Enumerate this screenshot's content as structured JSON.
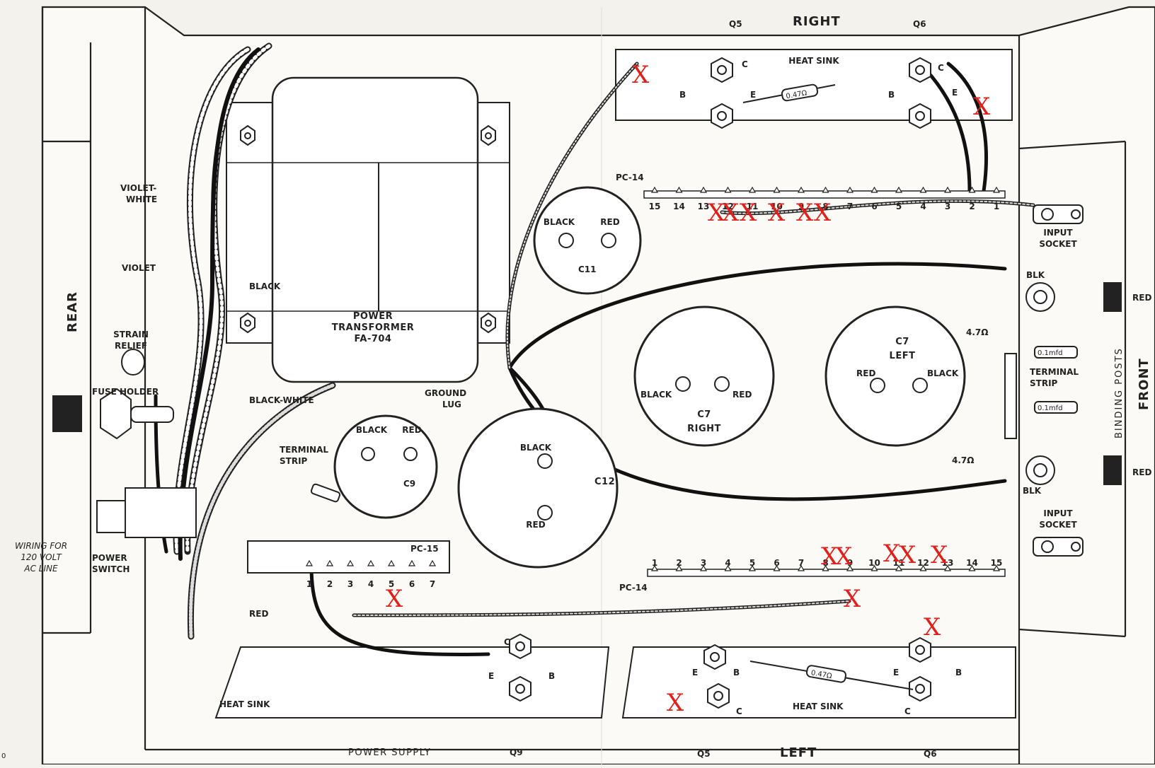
{
  "labels": {
    "right": "RIGHT",
    "left": "LEFT",
    "rear": "REAR",
    "front": "FRONT",
    "q5_top": "Q5",
    "q6_top": "Q6",
    "q5_bottom": "Q5",
    "q6_bottom": "Q6",
    "q9": "Q9",
    "power_supply": "POWER SUPPLY",
    "heat_sink_top": "HEAT SINK",
    "heat_sink_left": "HEAT SINK",
    "heat_sink_right": "HEAT SINK",
    "binding_posts": "BINDING POSTS",
    "red_top": "RED",
    "red_bottom": "RED",
    "transformer_line1": "POWER",
    "transformer_line2": "TRANSFORMER",
    "transformer_line3": "FA-704",
    "violet_white_1": "VIOLET-",
    "violet_white_2": "WHITE",
    "violet": "VIOLET",
    "black_wire": "BLACK",
    "black_white": "BLACK-WHITE",
    "strain_relief_1": "STRAIN",
    "strain_relief_2": "RELIEF",
    "fuse_holder": "FUSE HOLDER",
    "power_switch_1": "POWER",
    "power_switch_2": "SWITCH",
    "wiring_note_1": "WIRING FOR",
    "wiring_note_2": "120 VOLT",
    "wiring_note_3": "AC LINE",
    "terminal_strip_1": "TERMINAL",
    "terminal_strip_2": "STRIP",
    "ground_lug_1": "GROUND",
    "ground_lug_2": "LUG",
    "red_wire": "RED",
    "pc14_top": "PC-14",
    "pc14_bottom": "PC-14",
    "pc15": "PC-15",
    "input_socket_top_1": "INPUT",
    "input_socket_top_2": "SOCKET",
    "input_socket_bottom_1": "INPUT",
    "input_socket_bottom_2": "SOCKET",
    "terminal_strip_front_1": "TERMINAL",
    "terminal_strip_front_2": "STRIP",
    "blk_top": "BLK",
    "blk_bottom": "BLK",
    "ohm_top": "4.7Ω",
    "ohm_bottom": "4.7Ω",
    "cap_top": "0.1mfd",
    "cap_bottom": "0.1mfd",
    "resistor_top": "0.47Ω",
    "resistor_bottom": "0.47Ω",
    "page_number": "0"
  },
  "capacitors": {
    "c11": {
      "name": "C11",
      "neg": "BLACK",
      "pos": "RED"
    },
    "c9": {
      "name": "C9",
      "neg": "BLACK",
      "pos": "RED"
    },
    "c12": {
      "name": "C12",
      "neg": "BLACK",
      "pos": "RED"
    },
    "c7_right": {
      "name1": "C7",
      "name2": "RIGHT",
      "neg": "BLACK",
      "pos": "RED"
    },
    "c7_left": {
      "name1": "C7",
      "name2": "LEFT",
      "neg": "BLACK",
      "pos": "RED"
    }
  },
  "pc14_top_pins": [
    "15",
    "14",
    "13",
    "12",
    "11",
    "10",
    "9",
    "8",
    "7",
    "6",
    "5",
    "4",
    "3",
    "2",
    "1"
  ],
  "pc14_bottom_pins": [
    "1",
    "2",
    "3",
    "4",
    "5",
    "6",
    "7",
    "8",
    "9",
    "10",
    "11",
    "12",
    "13",
    "14",
    "15"
  ],
  "pc15_pins": [
    "1",
    "2",
    "3",
    "4",
    "5",
    "6",
    "7"
  ],
  "transistor_terms": {
    "c": "C",
    "b": "B",
    "e": "E"
  },
  "colors": {
    "ink": "#222222",
    "mark": "#e0201a",
    "paper": "#f4f2ec",
    "panel": "#ffffff"
  }
}
